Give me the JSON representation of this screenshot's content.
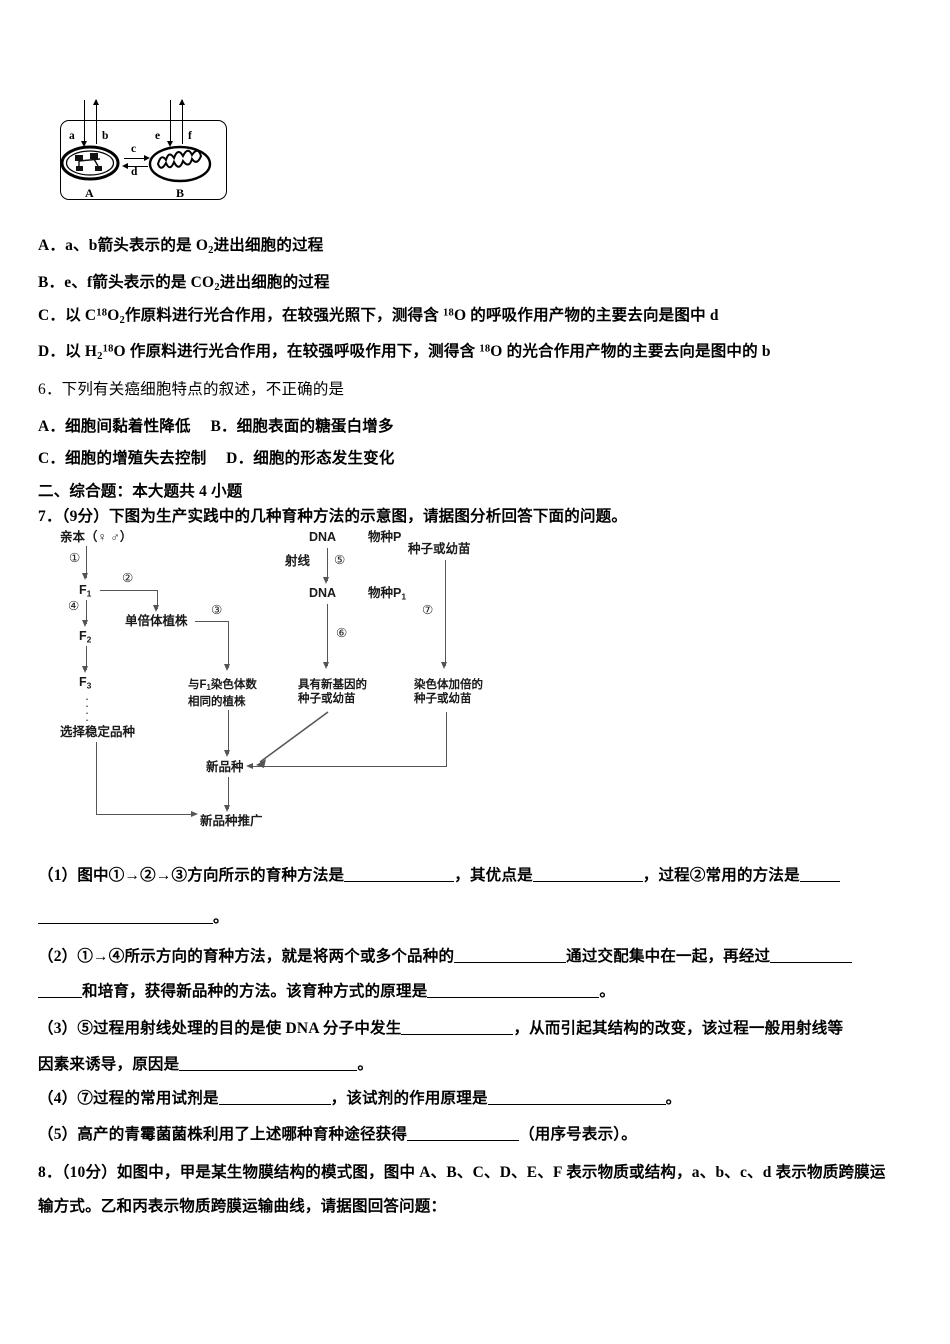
{
  "figure1": {
    "name": "chloroplast-mitochondrion-diagram",
    "arrow_labels": [
      "a",
      "b",
      "e",
      "f",
      "c",
      "d"
    ],
    "organelle_labels": [
      "A",
      "B"
    ]
  },
  "question5_options": [
    {
      "prefix": "A．",
      "text_parts": [
        {
          "t": "a、b箭头表示的是 O"
        },
        {
          "t": "2",
          "style": "sub"
        },
        {
          "t": "进出细胞的过程"
        }
      ]
    },
    {
      "prefix": "B．",
      "text_parts": [
        {
          "t": "e、f箭头表示的是 CO"
        },
        {
          "t": "2",
          "style": "sub"
        },
        {
          "t": "进出细胞的过程"
        }
      ]
    },
    {
      "prefix": "C．",
      "text_parts": [
        {
          "t": "以 C"
        },
        {
          "t": "18",
          "style": "sup"
        },
        {
          "t": "O"
        },
        {
          "t": "2",
          "style": "sub"
        },
        {
          "t": "作原料进行光合作用，在较强光照下，测得含 "
        },
        {
          "t": "18",
          "style": "sup"
        },
        {
          "t": "O 的呼吸作用产物的主要去向是图中 d"
        }
      ]
    },
    {
      "prefix": "D．",
      "text_parts": [
        {
          "t": "以 H"
        },
        {
          "t": "2",
          "style": "sub"
        },
        {
          "t": "18",
          "style": "sup"
        },
        {
          "t": "O 作原料进行光合作用，在较强呼吸作用下，测得含 "
        },
        {
          "t": "18",
          "style": "sup"
        },
        {
          "t": "O 的光合作用产物的主要去向是图中的 b"
        }
      ]
    }
  ],
  "question6": {
    "stem": "6．下列有关癌细胞特点的叙述，不正确的是",
    "option_row1": "A．细胞间黏着性降低　 B．细胞表面的糖蛋白增多",
    "option_row2": "C．细胞的增殖失去控制　 D．细胞的形态发生变化"
  },
  "section_header": "二、综合题：本大题共 4 小题",
  "question7": {
    "stem": "7．（9分）下图为生产实践中的几种育种方法的示意图，请据图分析回答下面的问题。",
    "diagram": {
      "name": "breeding-methods-flowchart",
      "nodes": {
        "parent": "亲本（♀ ♂）",
        "f1": "F",
        "f1_sub": "1",
        "f2": "F",
        "f2_sub": "2",
        "f3": "F",
        "f3_sub": "3",
        "haploid_plant": "单倍体植株",
        "same_chrom_plant_l1": "与F",
        "same_chrom_plant_sub": "1",
        "same_chrom_plant_l1b": "染色体数",
        "same_chrom_plant_l2": "相同的植株",
        "select_stable": "选择稳定品种",
        "dna_top": "DNA",
        "species_p": "物种P",
        "rays": "射线",
        "dna_bottom": "DNA",
        "species_p1": "物种P",
        "species_p1_sub": "1",
        "seed_or_seedling": "种子或幼苗",
        "new_gene_seed_l1": "具有新基因的",
        "new_gene_seed_l2": "种子或幼苗",
        "doubled_chrom_seed_l1": "染色体加倍的",
        "doubled_chrom_seed_l2": "种子或幼苗",
        "new_variety": "新品种",
        "promote_new_variety": "新品种推广"
      },
      "step_numbers": [
        "①",
        "②",
        "③",
        "④",
        "⑤",
        "⑥",
        "⑦"
      ]
    },
    "blanks": [
      {
        "id": "q7-1",
        "parts": [
          {
            "t": "（1）图中①→②→③方向所示的育种方法是"
          },
          {
            "blank": 110
          },
          {
            "t": "，其优点是"
          },
          {
            "blank": 110
          },
          {
            "t": "，过程②常用的方法是"
          },
          {
            "blank": 38
          }
        ]
      },
      {
        "id": "q7-1b",
        "parts": [
          {
            "blank": 170
          },
          {
            "t": "。"
          }
        ]
      },
      {
        "id": "q7-2",
        "parts": [
          {
            "t": "（2）①→④所示方向的育种方法，就是将两个或多个品种的"
          },
          {
            "blank": 112
          },
          {
            "t": "通过交配集中在一起，再经过"
          },
          {
            "blank": 80
          }
        ]
      },
      {
        "id": "q7-2b",
        "parts": [
          {
            "blank": 42
          },
          {
            "t": "和培育，获得新品种的方法。该育种方式的原理是"
          },
          {
            "blank": 172
          },
          {
            "t": "。"
          }
        ]
      },
      {
        "id": "q7-3",
        "parts": [
          {
            "t": "（3）⑤过程用射线处理的目的是使 DNA 分子中发生"
          },
          {
            "blank": 110
          },
          {
            "t": "，从而引起其结构的改变，该过程一般用射线等"
          }
        ]
      },
      {
        "id": "q7-3b",
        "parts": [
          {
            "t": "因素来诱导，原因是"
          },
          {
            "blank": 176
          },
          {
            "t": "。"
          }
        ]
      },
      {
        "id": "q7-4",
        "parts": [
          {
            "t": "（4）⑦过程的常用试剂是"
          },
          {
            "blank": 110
          },
          {
            "t": "，该试剂的作用原理是"
          },
          {
            "blank": 176
          },
          {
            "t": "。"
          }
        ]
      },
      {
        "id": "q7-5",
        "parts": [
          {
            "t": "（5）高产的青霉菌菌株利用了上述哪种育种途径获得"
          },
          {
            "blank": 110
          },
          {
            "t": "（用序号表示）。"
          }
        ]
      }
    ]
  },
  "question8": {
    "line1": "8．（10分）如图中，甲是某生物膜结构的模式图，图中 A、B、C、D、E、F 表示物质或结构，a、b、c、d 表示物质跨膜运",
    "line2": "输方式。乙和丙表示物质跨膜运输曲线，请据图回答问题："
  }
}
